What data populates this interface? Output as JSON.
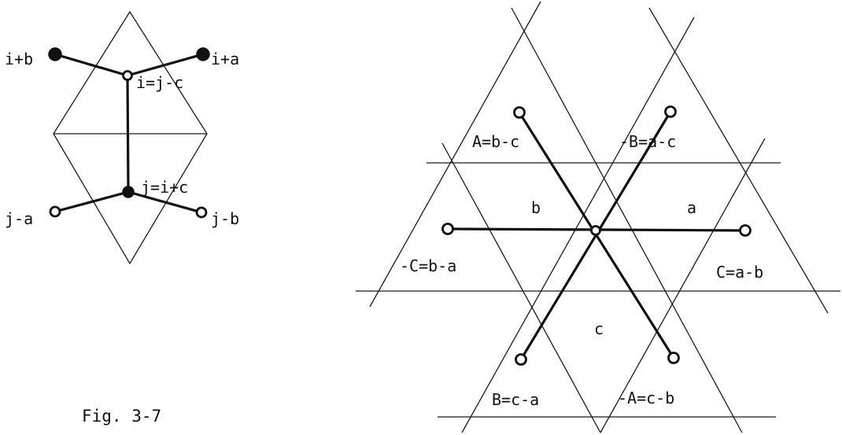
{
  "figure": {
    "caption": "Fig. 3-7"
  },
  "left_diagram": {
    "labels": {
      "i_plus_b": "i+b",
      "i_plus_a": "i+a",
      "i_eq": "i=j-c",
      "j_eq": "j=i+c",
      "j_minus_a": "j-a",
      "j_minus_b": "j-b"
    }
  },
  "right_diagram": {
    "labels": {
      "A": "A=b-c",
      "negB": "-B=a-c",
      "b": "b",
      "a": "a",
      "negC": "-C=b-a",
      "C": "C=a-b",
      "c": "c",
      "B": "B=c-a",
      "negA": "-A=c-b"
    }
  }
}
